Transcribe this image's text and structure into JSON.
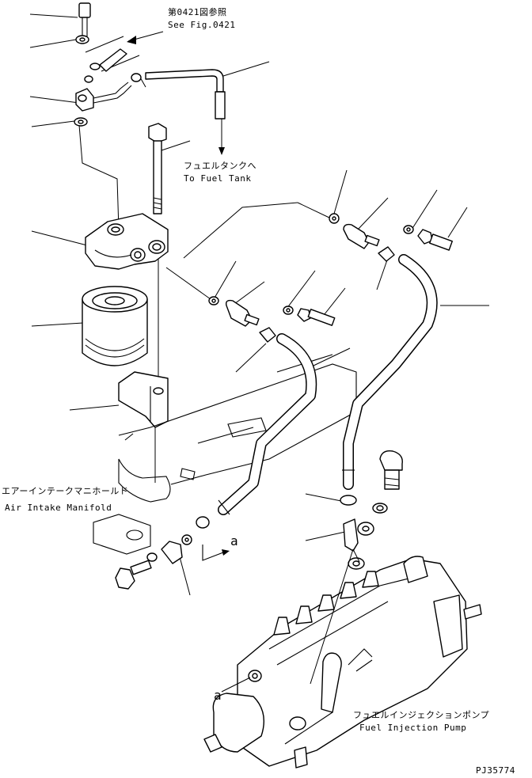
{
  "labels": {
    "ref_fig_jp": "第0421図参照",
    "ref_fig_en": "See Fig.0421",
    "fuel_tank_jp": "フュエルタンクへ",
    "fuel_tank_en": "To Fuel Tank",
    "intake_jp": "エアーインテークマニホールド",
    "intake_en": "Air Intake Manifold",
    "pump_jp": "フュエルインジェクションポンプ",
    "pump_en": "Fuel Injection Pump",
    "arrow_a_upper": "a",
    "arrow_a_lower": "a",
    "drawing_code": "PJ35774"
  }
}
